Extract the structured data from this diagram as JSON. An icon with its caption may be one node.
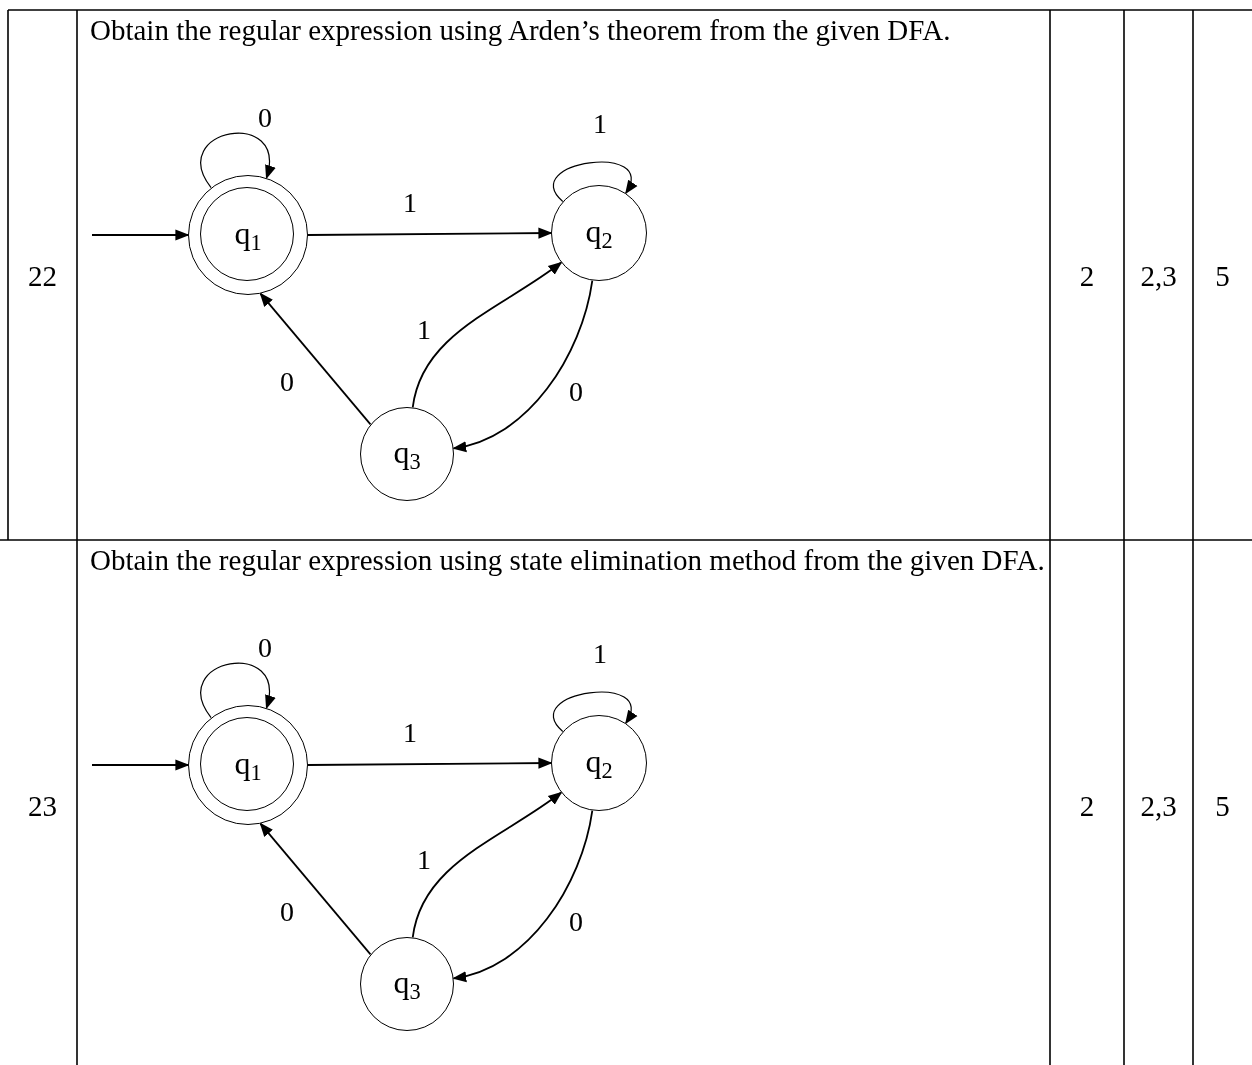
{
  "diagram": {
    "nodes": [
      {
        "text": [
          "q$_{1}$"
        ]
      },
      {
        "text": [
          "q$_{2}$"
        ]
      },
      {
        "text": [
          "q$_{3}$"
        ]
      },
      {
        "text": [
          "q$_{1}$"
        ]
      },
      {
        "text": [
          "q$_{2}$"
        ]
      },
      {
        "text": [
          "q$_{3}$"
        ]
      }
    ],
    "edges": [
      {
        "from": null,
        "to": 0,
        "arrow": "to"
      },
      {
        "from": 0,
        "to": 0,
        "arrow": "to",
        "label": "0"
      },
      {
        "from": 1,
        "to": 1,
        "arrow": "to",
        "label": "1"
      },
      {
        "from": 0,
        "to": 1,
        "arrow": "to",
        "label": "1"
      },
      {
        "from": 2,
        "to": 1,
        "arrow": "to",
        "label": "1"
      },
      {
        "from": 2,
        "to": 0,
        "arrow": "to",
        "label": "0"
      },
      {
        "from": 1,
        "to": 2,
        "arrow": "to",
        "label": "0"
      },
      {
        "from": null,
        "to": 3,
        "arrow": "to"
      },
      {
        "from": 3,
        "to": 3,
        "arrow": "to",
        "label": "0"
      },
      {
        "from": 4,
        "to": 4,
        "arrow": "to",
        "label": "1"
      },
      {
        "from": 3,
        "to": 4,
        "arrow": "to",
        "label": "1"
      },
      {
        "from": 5,
        "to": 4,
        "arrow": "to",
        "label": "1"
      },
      {
        "from": 5,
        "to": 3,
        "arrow": "to",
        "label": "0"
      },
      {
        "from": 4,
        "to": 5,
        "arrow": "to",
        "label": "0"
      }
    ],
    "labels": [
      "22",
      "Obtain the regular expression using Arden’s theorem from the given DFA.",
      "2",
      "2,3",
      "5",
      "23",
      "Obtain the regular expression using state elimination method from the given DFA.",
      "2",
      "2,3",
      "5"
    ]
  }
}
